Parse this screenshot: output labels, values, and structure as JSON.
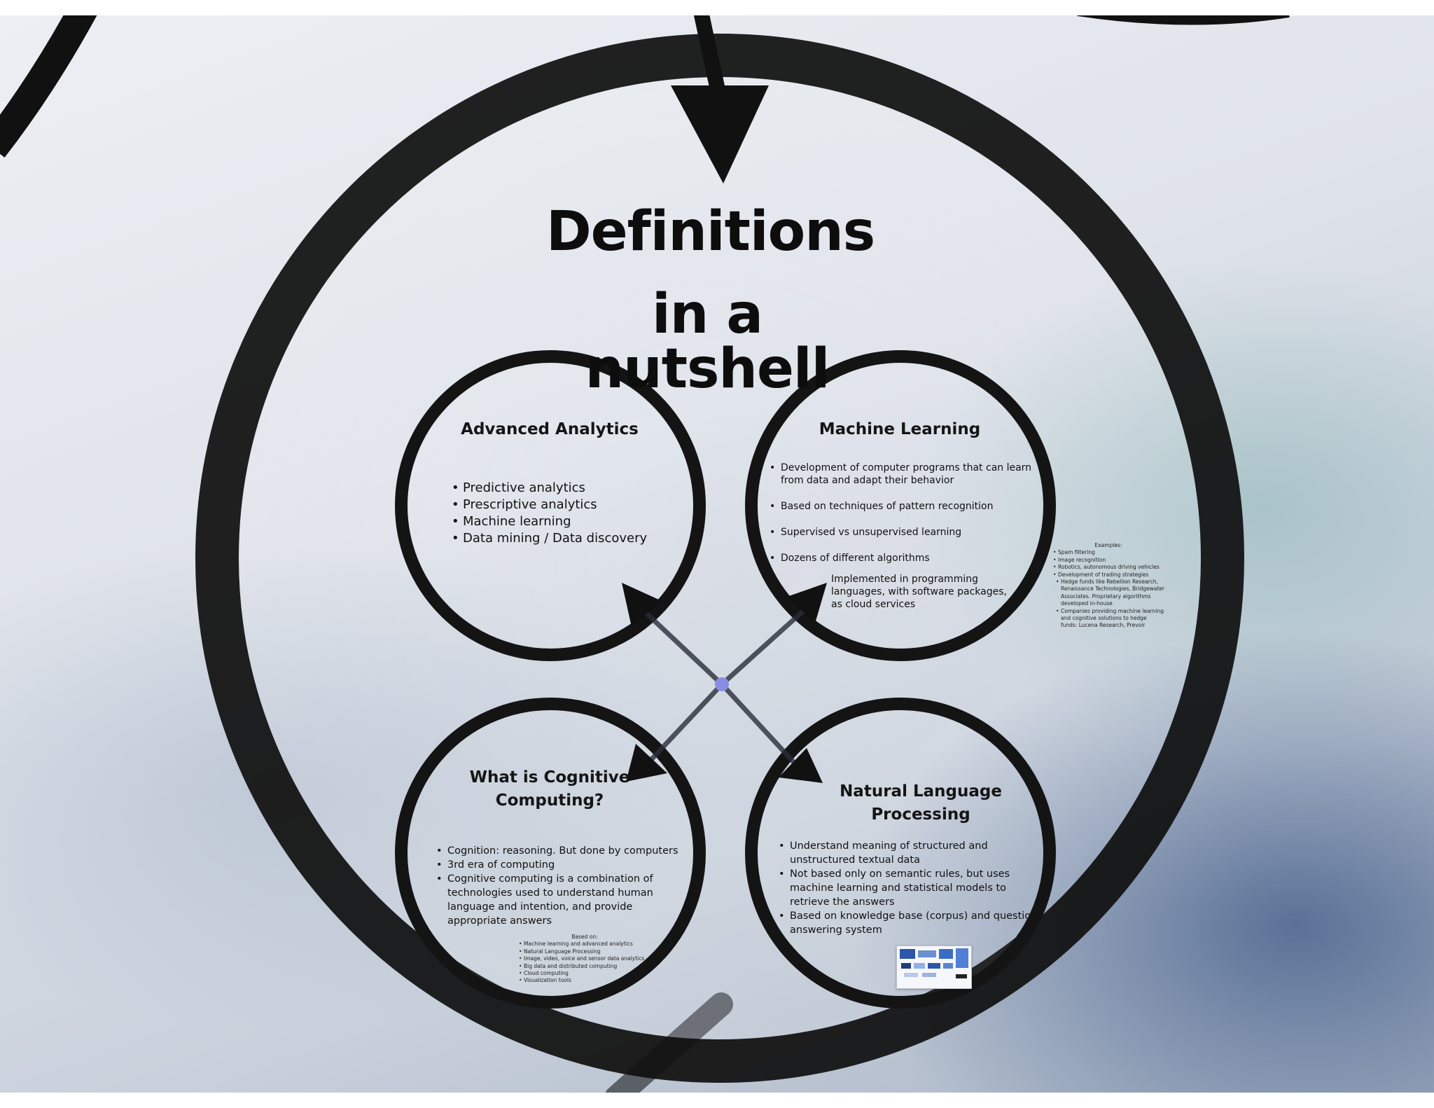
{
  "main": {
    "title_line1": "Definitions",
    "title_line2": "in a nutshell"
  },
  "advanced_analytics": {
    "title": "Advanced Analytics",
    "items": [
      "Predictive analytics",
      "Prescriptive analytics",
      "Machine learning",
      "Data mining / Data discovery"
    ]
  },
  "machine_learning": {
    "title": "Machine Learning",
    "items": [
      "Development of computer programs that can learn from data and adapt their behavior",
      "Based on techniques of pattern recognition",
      "Supervised vs unsupervised learning",
      "Dozens of different algorithms"
    ],
    "note": "Implemented in programming languages, with software packages, as cloud services",
    "examples": {
      "heading": "Examples:",
      "items": [
        "Spam filtering",
        "Image recognition",
        "Robotics, autonomous driving vehicles",
        "Development of trading strategies"
      ],
      "sub_items": [
        "Hedge funds like Rebellion Research, Renaissance Technologies, Bridgewater Associates. Proprietary algorithms developed in-house",
        "Companies providing machine learning and cognitive solutions to hedge funds: Lucena Research, Prevoir"
      ]
    }
  },
  "cognitive": {
    "title_line1": "What is Cognitive",
    "title_line2": "Computing?",
    "items": [
      "Cognition: reasoning. But done by computers",
      "3rd era of computing",
      "Cognitive computing is a combination of technologies used to understand human language and intention, and provide appropriate answers"
    ],
    "based_on": {
      "heading": "Based on:",
      "items": [
        "Machine learning and advanced analytics",
        "Natural Language Processing",
        "Image, video, voice and sensor data analytics",
        "Big data and distributed computing",
        "Cloud computing",
        "Visualization tools"
      ]
    }
  },
  "nlp": {
    "title": "Natural Language Processing",
    "items": [
      "Understand meaning of structured and unstructured textual data",
      "Not based only on semantic rules, but uses machine learning and statistical models to retrieve the answers",
      "Based on knowledge base (corpus) and question answering system"
    ]
  },
  "colors": {
    "ring": "#111111",
    "arrow": "#2a2e3a",
    "center_dot": "#8a8ee0"
  }
}
